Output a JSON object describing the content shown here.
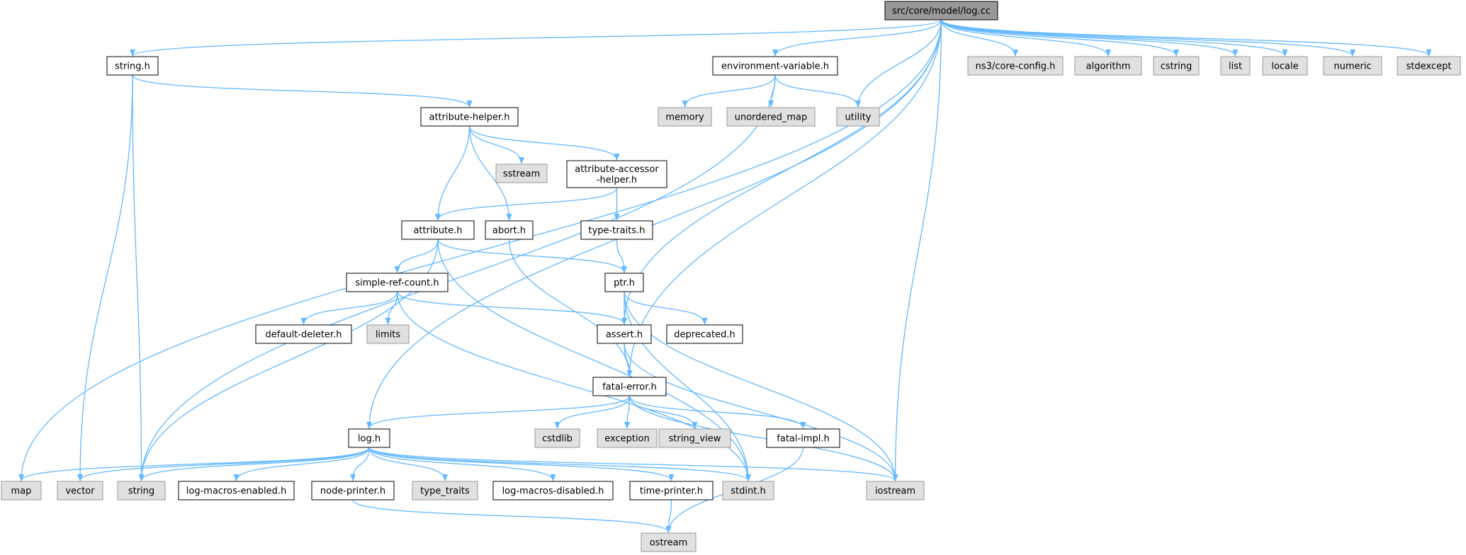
{
  "graph": {
    "title": "src/core/model/log.cc",
    "colors": {
      "edge": "#63b8ff",
      "root_fill": "#999999",
      "doc_fill": "#ffffff",
      "sys_fill": "#e0e0e0",
      "doc_stroke": "#000000",
      "sys_stroke": "#999999"
    },
    "nodes": [
      {
        "id": "log_cc",
        "label": "src/core/model/log.cc",
        "kind": "root"
      },
      {
        "id": "string_h",
        "label": "string.h",
        "kind": "doc"
      },
      {
        "id": "env_var",
        "label": "environment-variable.h",
        "kind": "doc"
      },
      {
        "id": "ns3_config",
        "label": "ns3/core-config.h",
        "kind": "sys"
      },
      {
        "id": "algorithm",
        "label": "algorithm",
        "kind": "sys"
      },
      {
        "id": "cstring",
        "label": "cstring",
        "kind": "sys"
      },
      {
        "id": "list",
        "label": "list",
        "kind": "sys"
      },
      {
        "id": "locale",
        "label": "locale",
        "kind": "sys"
      },
      {
        "id": "numeric",
        "label": "numeric",
        "kind": "sys"
      },
      {
        "id": "stdexcept",
        "label": "stdexcept",
        "kind": "sys"
      },
      {
        "id": "attr_helper",
        "label": "attribute-helper.h",
        "kind": "doc"
      },
      {
        "id": "memory",
        "label": "memory",
        "kind": "sys"
      },
      {
        "id": "unordered_map",
        "label": "unordered_map",
        "kind": "sys"
      },
      {
        "id": "utility",
        "label": "utility",
        "kind": "sys"
      },
      {
        "id": "sstream",
        "label": "sstream",
        "kind": "sys"
      },
      {
        "id": "attr_accessor",
        "label": [
          "attribute-accessor",
          "-helper.h"
        ],
        "kind": "doc"
      },
      {
        "id": "attribute_h",
        "label": "attribute.h",
        "kind": "doc"
      },
      {
        "id": "abort_h",
        "label": "abort.h",
        "kind": "doc"
      },
      {
        "id": "type_traits_h",
        "label": "type-traits.h",
        "kind": "doc"
      },
      {
        "id": "simple_ref",
        "label": "simple-ref-count.h",
        "kind": "doc"
      },
      {
        "id": "ptr_h",
        "label": "ptr.h",
        "kind": "doc"
      },
      {
        "id": "default_deleter",
        "label": "default-deleter.h",
        "kind": "doc"
      },
      {
        "id": "limits",
        "label": "limits",
        "kind": "sys"
      },
      {
        "id": "assert_h",
        "label": "assert.h",
        "kind": "doc"
      },
      {
        "id": "deprecated_h",
        "label": "deprecated.h",
        "kind": "doc"
      },
      {
        "id": "fatal_error",
        "label": "fatal-error.h",
        "kind": "doc"
      },
      {
        "id": "cstdlib",
        "label": "cstdlib",
        "kind": "sys"
      },
      {
        "id": "exception",
        "label": "exception",
        "kind": "sys"
      },
      {
        "id": "string_view",
        "label": "string_view",
        "kind": "sys"
      },
      {
        "id": "fatal_impl",
        "label": "fatal-impl.h",
        "kind": "doc"
      },
      {
        "id": "log_h",
        "label": "log.h",
        "kind": "doc"
      },
      {
        "id": "map",
        "label": "map",
        "kind": "sys"
      },
      {
        "id": "vector",
        "label": "vector",
        "kind": "sys"
      },
      {
        "id": "string",
        "label": "string",
        "kind": "sys"
      },
      {
        "id": "log_macros_en",
        "label": "log-macros-enabled.h",
        "kind": "doc"
      },
      {
        "id": "node_printer",
        "label": "node-printer.h",
        "kind": "doc"
      },
      {
        "id": "type_traits",
        "label": "type_traits",
        "kind": "sys"
      },
      {
        "id": "log_macros_dis",
        "label": "log-macros-disabled.h",
        "kind": "doc"
      },
      {
        "id": "time_printer",
        "label": "time-printer.h",
        "kind": "doc"
      },
      {
        "id": "stdint",
        "label": "stdint.h",
        "kind": "sys"
      },
      {
        "id": "iostream",
        "label": "iostream",
        "kind": "sys"
      },
      {
        "id": "ostream",
        "label": "ostream",
        "kind": "sys"
      }
    ],
    "edges": [
      [
        "log_cc",
        "string_h"
      ],
      [
        "log_cc",
        "env_var"
      ],
      [
        "log_cc",
        "ns3_config"
      ],
      [
        "log_cc",
        "algorithm"
      ],
      [
        "log_cc",
        "cstring"
      ],
      [
        "log_cc",
        "list"
      ],
      [
        "log_cc",
        "locale"
      ],
      [
        "log_cc",
        "numeric"
      ],
      [
        "log_cc",
        "stdexcept"
      ],
      [
        "log_cc",
        "utility"
      ],
      [
        "log_cc",
        "map"
      ],
      [
        "log_cc",
        "log_h"
      ],
      [
        "log_cc",
        "fatal_error"
      ],
      [
        "log_cc",
        "assert_h"
      ],
      [
        "log_cc",
        "iostream"
      ],
      [
        "string_h",
        "attr_helper"
      ],
      [
        "string_h",
        "vector"
      ],
      [
        "string_h",
        "string"
      ],
      [
        "env_var",
        "memory"
      ],
      [
        "env_var",
        "unordered_map"
      ],
      [
        "env_var",
        "utility"
      ],
      [
        "env_var",
        "string"
      ],
      [
        "attr_helper",
        "sstream"
      ],
      [
        "attr_helper",
        "attr_accessor"
      ],
      [
        "attr_helper",
        "attribute_h"
      ],
      [
        "attr_helper",
        "abort_h"
      ],
      [
        "attr_accessor",
        "attribute_h"
      ],
      [
        "attr_accessor",
        "type_traits_h"
      ],
      [
        "type_traits_h",
        "ptr_h"
      ],
      [
        "attribute_h",
        "simple_ref"
      ],
      [
        "attribute_h",
        "ptr_h"
      ],
      [
        "attribute_h",
        "string"
      ],
      [
        "attribute_h",
        "stdint"
      ],
      [
        "abort_h",
        "fatal_error"
      ],
      [
        "simple_ref",
        "default_deleter"
      ],
      [
        "simple_ref",
        "limits"
      ],
      [
        "simple_ref",
        "assert_h"
      ],
      [
        "simple_ref",
        "stdint"
      ],
      [
        "ptr_h",
        "assert_h"
      ],
      [
        "ptr_h",
        "deprecated_h"
      ],
      [
        "ptr_h",
        "iostream"
      ],
      [
        "ptr_h",
        "stdint"
      ],
      [
        "assert_h",
        "fatal_error"
      ],
      [
        "assert_h",
        "iostream"
      ],
      [
        "fatal_error",
        "log_h"
      ],
      [
        "fatal_error",
        "cstdlib"
      ],
      [
        "fatal_error",
        "exception"
      ],
      [
        "fatal_error",
        "string_view"
      ],
      [
        "fatal_error",
        "fatal_impl"
      ],
      [
        "fatal_error",
        "iostream"
      ],
      [
        "fatal_impl",
        "ostream"
      ],
      [
        "log_h",
        "map"
      ],
      [
        "log_h",
        "vector"
      ],
      [
        "log_h",
        "string"
      ],
      [
        "log_h",
        "log_macros_en"
      ],
      [
        "log_h",
        "node_printer"
      ],
      [
        "log_h",
        "type_traits"
      ],
      [
        "log_h",
        "log_macros_dis"
      ],
      [
        "log_h",
        "time_printer"
      ],
      [
        "log_h",
        "stdint"
      ],
      [
        "log_h",
        "iostream"
      ],
      [
        "node_printer",
        "ostream"
      ],
      [
        "time_printer",
        "ostream"
      ]
    ]
  }
}
